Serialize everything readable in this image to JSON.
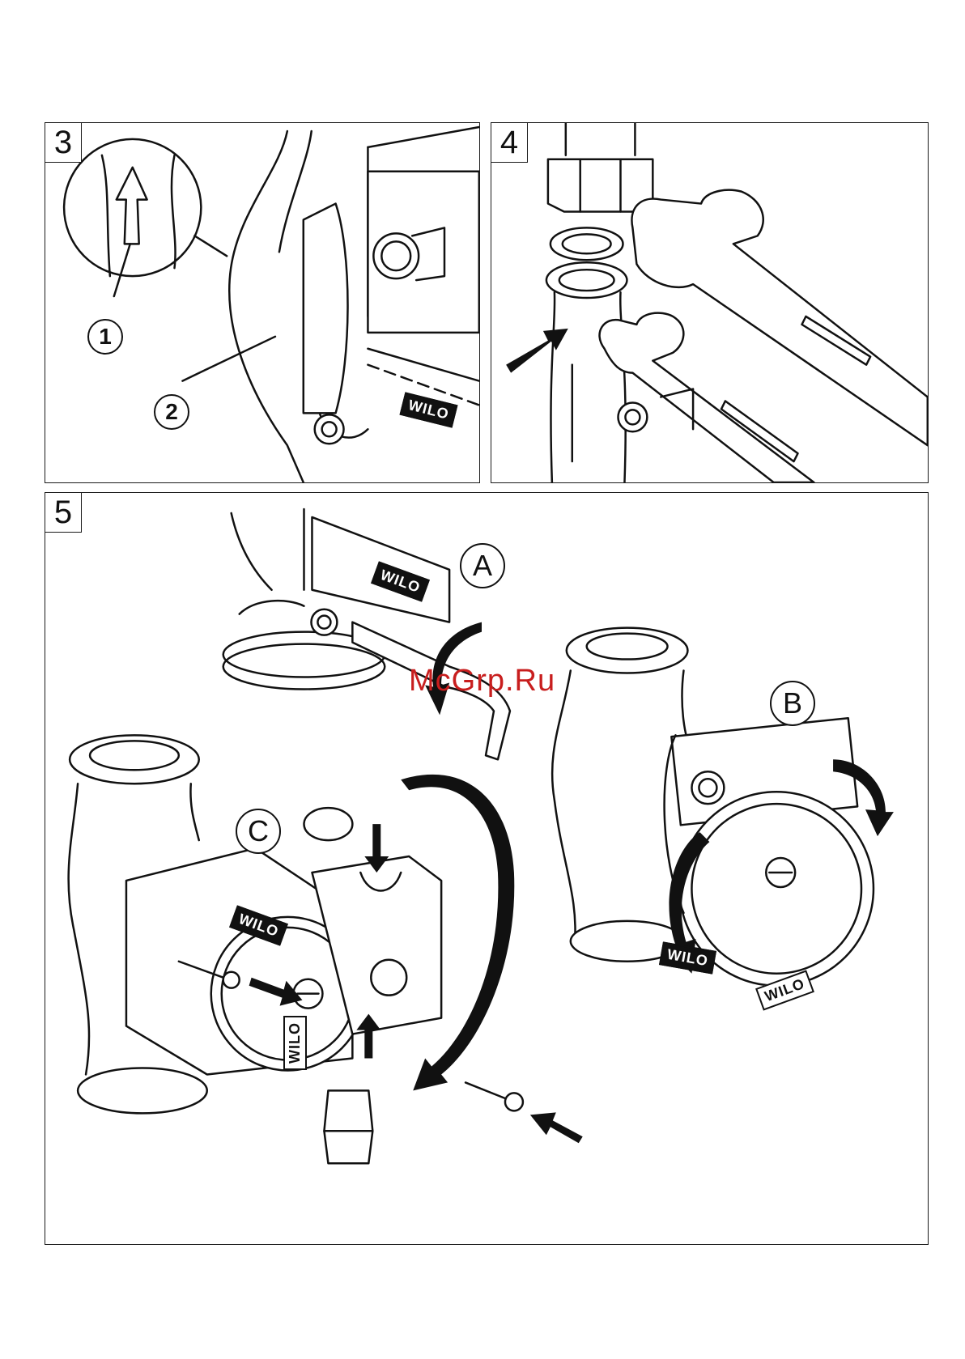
{
  "panels": [
    {
      "number": "3",
      "callouts": [
        "1",
        "2"
      ],
      "logo": "WILO"
    },
    {
      "number": "4"
    },
    {
      "number": "5",
      "steps": [
        "A",
        "B",
        "C"
      ],
      "logo": "WILO"
    }
  ],
  "watermark": "McGrp.Ru",
  "colors": {
    "line": "#111111",
    "watermark": "#c81e1e",
    "background": "#ffffff"
  }
}
